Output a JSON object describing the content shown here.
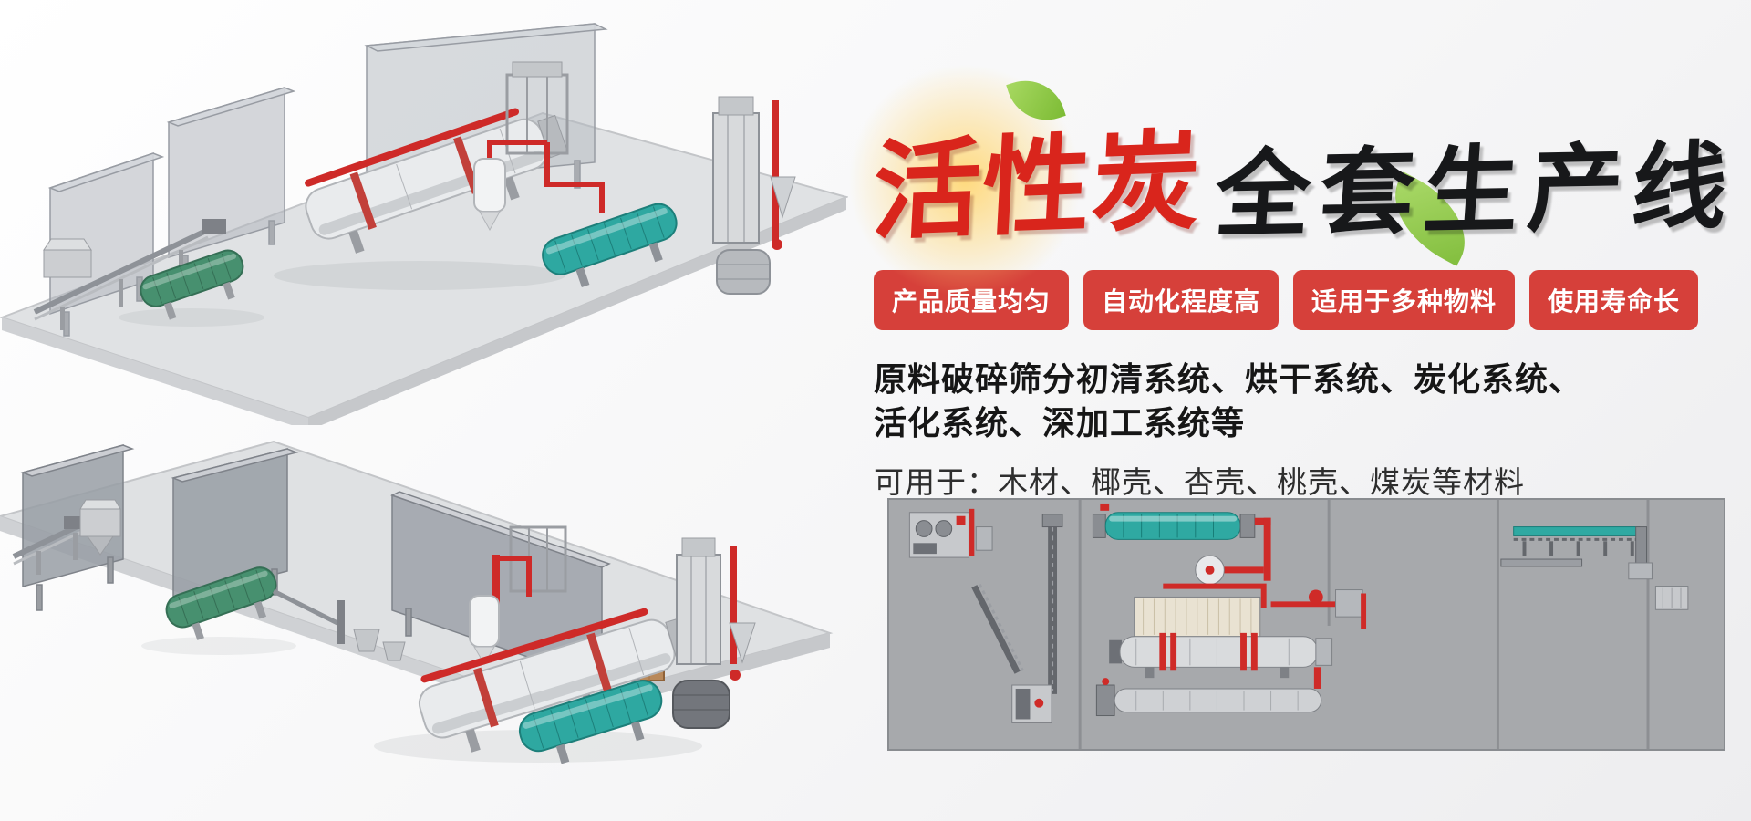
{
  "title": {
    "red": "活性炭",
    "black": "全套生产线"
  },
  "badges": [
    {
      "label": "产品质量均匀"
    },
    {
      "label": "自动化程度高"
    },
    {
      "label": "适用于多种物料"
    },
    {
      "label": "使用寿命长"
    }
  ],
  "description": {
    "line1": "原料破碎筛分初清系统、烘干系统、炭化系统、",
    "line2": "活化系统、深加工系统等",
    "materials": "可用于：木材、椰壳、杏壳、桃壳、煤炭等材料"
  },
  "colors": {
    "title_red": "#d9251c",
    "title_black": "#17181a",
    "badge_bg": "#d6403a",
    "badge_text": "#ffffff",
    "leaf_green": "#76b82a",
    "pipe_red": "#ce2a28",
    "machine_teal": "#2ea8a1",
    "machine_green": "#47906f",
    "diagram_bg": "#a7a9ac",
    "background": "#f4f4f5"
  },
  "illustrations": {
    "top_scene": "activated-carbon-production-line-3d-view-1",
    "bottom_scene": "activated-carbon-production-line-3d-view-2",
    "layout_diagram": "plant-layout-top-view"
  }
}
